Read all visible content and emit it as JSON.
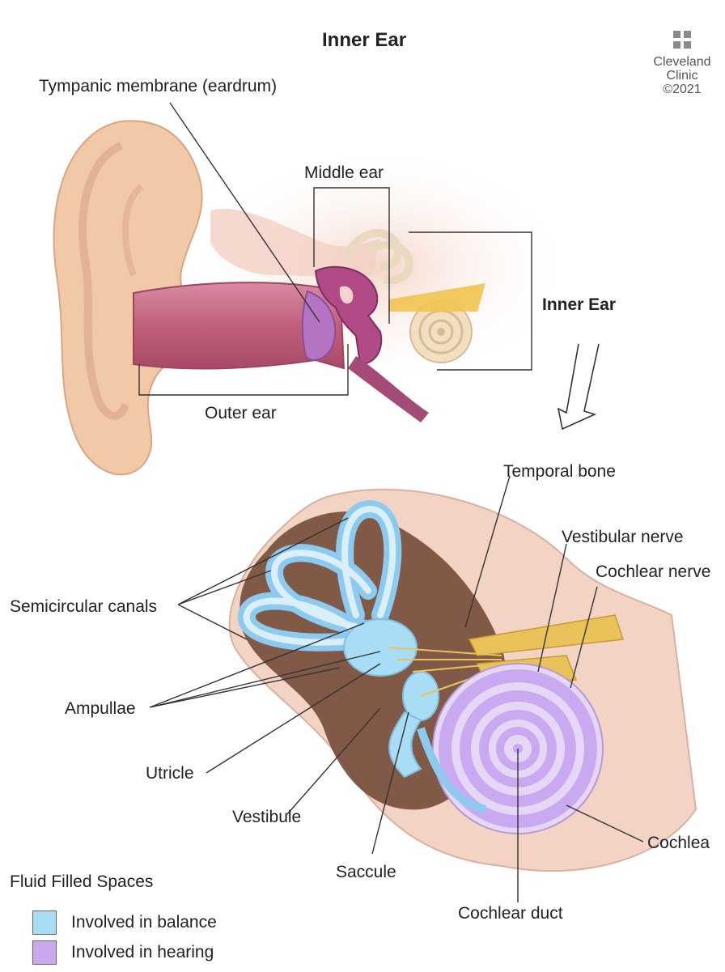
{
  "title": "Inner Ear",
  "brand": {
    "name_line1": "Cleveland",
    "name_line2": "Clinic",
    "copyright": "©2021"
  },
  "labels": {
    "tympanic": "Tympanic membrane (eardrum)",
    "middle_ear": "Middle ear",
    "inner_ear": "Inner Ear",
    "outer_ear": "Outer ear",
    "temporal_bone": "Temporal bone",
    "vestibular_nerve": "Vestibular nerve",
    "cochlear_nerve": "Cochlear nerve",
    "semicircular": "Semicircular canals",
    "ampullae": "Ampullae",
    "utricle": "Utricle",
    "vestibule": "Vestibule",
    "saccule": "Saccule",
    "cochlea": "Cochlea",
    "cochlear_duct": "Cochlear duct"
  },
  "legend": {
    "title": "Fluid Filled Spaces",
    "items": [
      {
        "label": "Involved in balance",
        "color": "#a9dcf5"
      },
      {
        "label": "Involved in hearing",
        "color": "#c9a8ee"
      }
    ]
  },
  "colors": {
    "skin": "#f0c8a4",
    "canal": "#c96a86",
    "bone": "#f6d9cf",
    "balance": "#9fd3f3",
    "hearing": "#c9aaf0",
    "nerve": "#e9c35a"
  }
}
